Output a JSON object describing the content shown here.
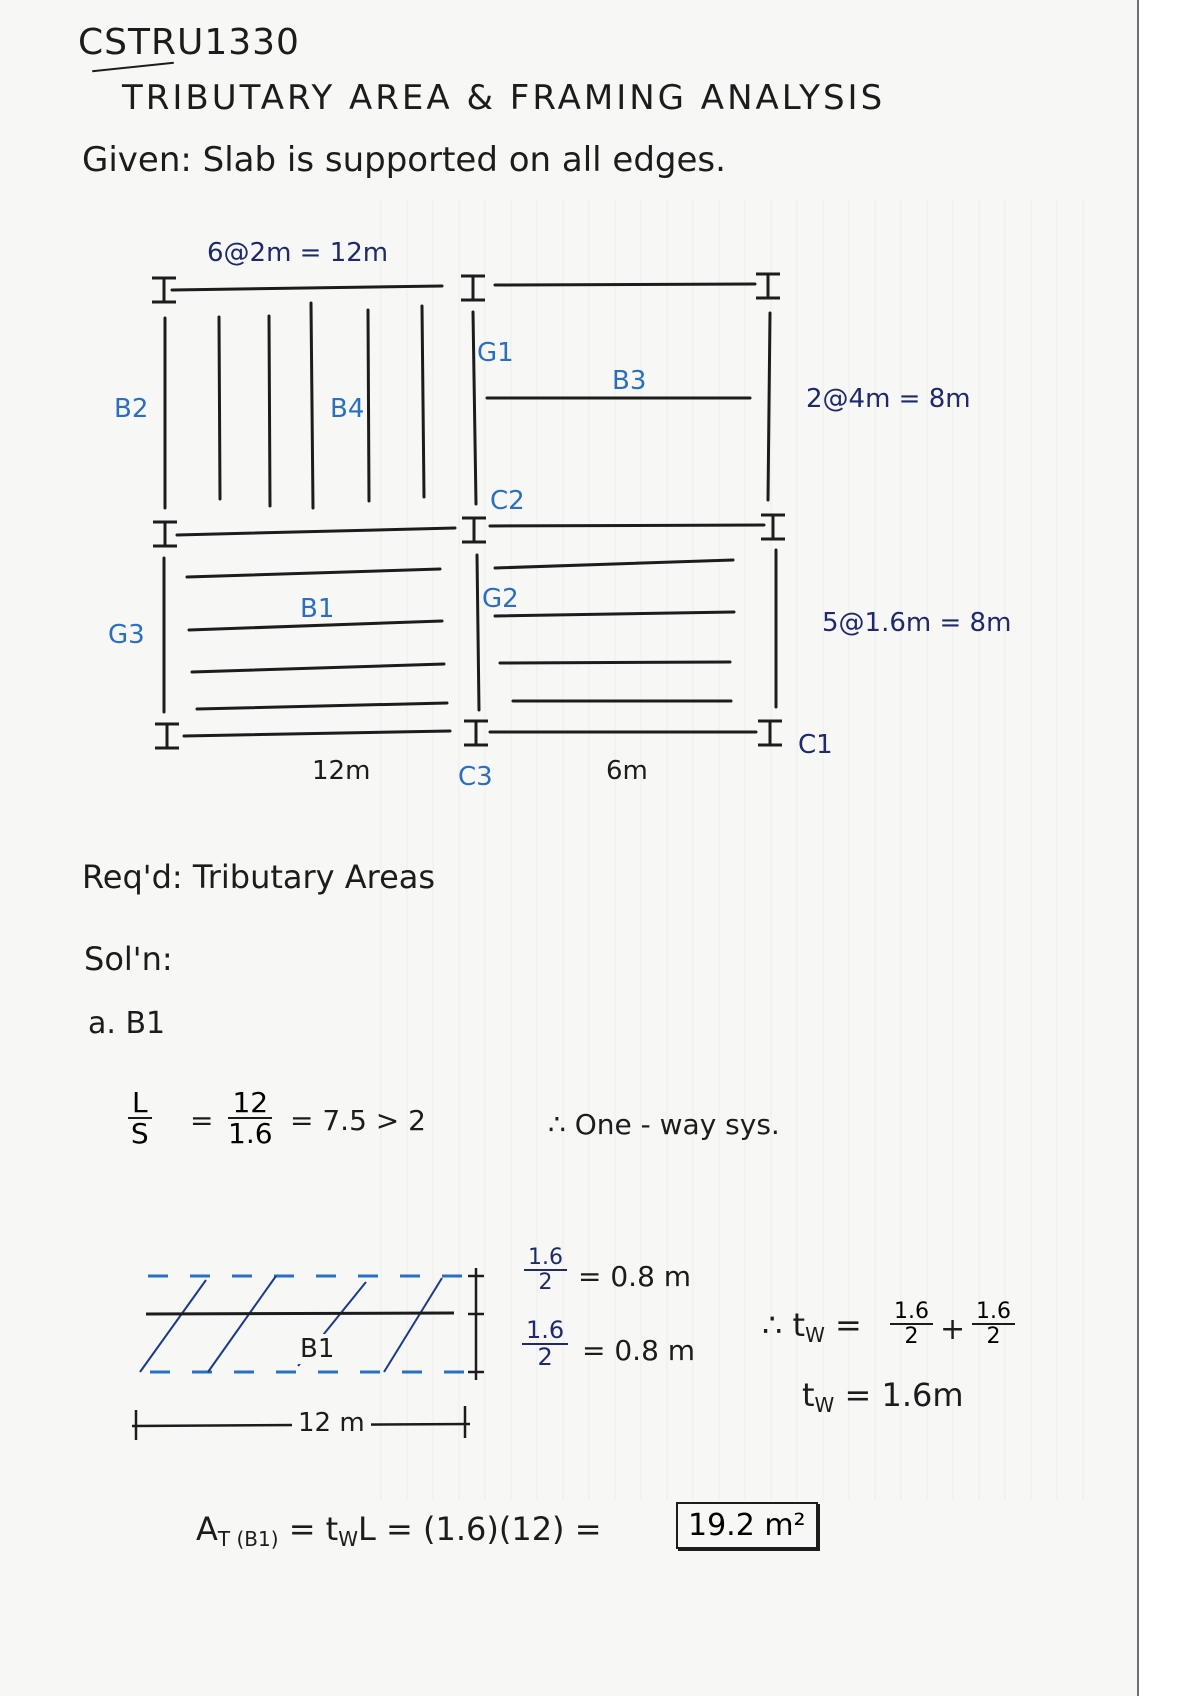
{
  "header": {
    "course_code": "CSTRU1330",
    "title": "TRIBUTARY AREA & FRAMING ANALYSIS",
    "given": "Given: Slab is supported on all edges."
  },
  "diagram": {
    "top_dimension": "6@2m = 12m",
    "right_dimension_top": "2@4m = 8m",
    "right_dimension_bottom": "5@1.6m = 8m",
    "bottom_dimension_left": "12m",
    "bottom_dimension_right": "6m",
    "members": {
      "B1": "B1",
      "B2": "B2",
      "B3": "B3",
      "B4": "B4",
      "G1": "G1",
      "G2": "G2",
      "G3": "G3",
      "C1": "C1",
      "C2": "C2",
      "C3": "C3"
    },
    "colors": {
      "member_label": "#2a6fc4",
      "dimension_text": "#1e2a6b",
      "ink": "#1c1c1c"
    }
  },
  "required": "Req'd: Tributary Areas",
  "solution_label": "Sol'n:",
  "part_a": {
    "label": "a.  B1",
    "ratio": {
      "lhs_num": "L",
      "lhs_den": "S",
      "num": "12",
      "den": "1.6",
      "result": "= 7.5  > 2",
      "conclusion": "∴ One - way sys."
    },
    "sketch": {
      "member": "B1",
      "half_top": {
        "num": "1.6",
        "den": "2",
        "result": "= 0.8 m"
      },
      "half_bottom": {
        "num": "1.6",
        "den": "2",
        "result": "= 0.8 m"
      },
      "length": "12 m"
    },
    "tw_equation": {
      "prefix": "∴ t",
      "sub": "W",
      "eq": "=",
      "term1_num": "1.6",
      "term1_den": "2",
      "plus": "+",
      "term2_num": "1.6",
      "term2_den": "2"
    },
    "tw_result": {
      "prefix": "t",
      "sub": "W",
      "value": "= 1.6m"
    },
    "area": {
      "lhs": "A",
      "lhs_sub": "T (B1)",
      "formula": "=  t",
      "formula_sub": "W",
      "formula_tail": "L  = (1.6)(12) =",
      "answer": "19.2  m²"
    }
  }
}
